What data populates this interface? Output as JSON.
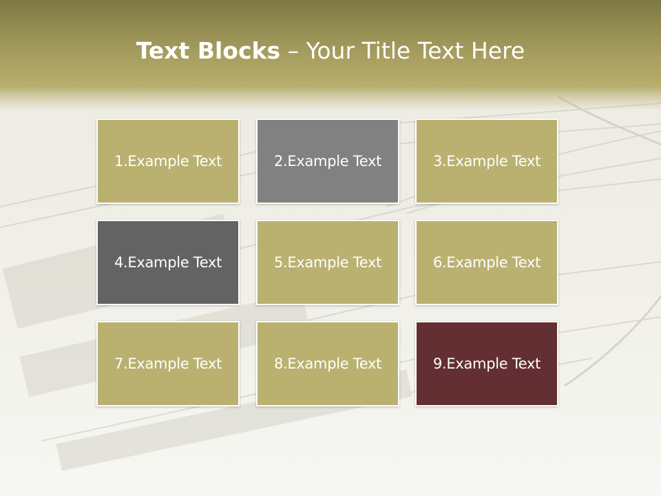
{
  "title": {
    "bold": "Text Blocks",
    "dash": " – ",
    "rest": "Your Title Text Here"
  },
  "colors": {
    "olive": "#bab170",
    "gray": "#818181",
    "dark_gray": "#636363",
    "maroon": "#642f32"
  },
  "blocks": [
    {
      "label": "1.Example Text",
      "color": "#bab170"
    },
    {
      "label": "2.Example Text",
      "color": "#818181"
    },
    {
      "label": "3.Example Text",
      "color": "#bab170"
    },
    {
      "label": "4.Example Text",
      "color": "#636363"
    },
    {
      "label": "5.Example Text",
      "color": "#bab170"
    },
    {
      "label": "6.Example Text",
      "color": "#bab170"
    },
    {
      "label": "7.Example Text",
      "color": "#bab170"
    },
    {
      "label": "8.Example Text",
      "color": "#bab170"
    },
    {
      "label": "9.Example Text",
      "color": "#642f32"
    }
  ]
}
